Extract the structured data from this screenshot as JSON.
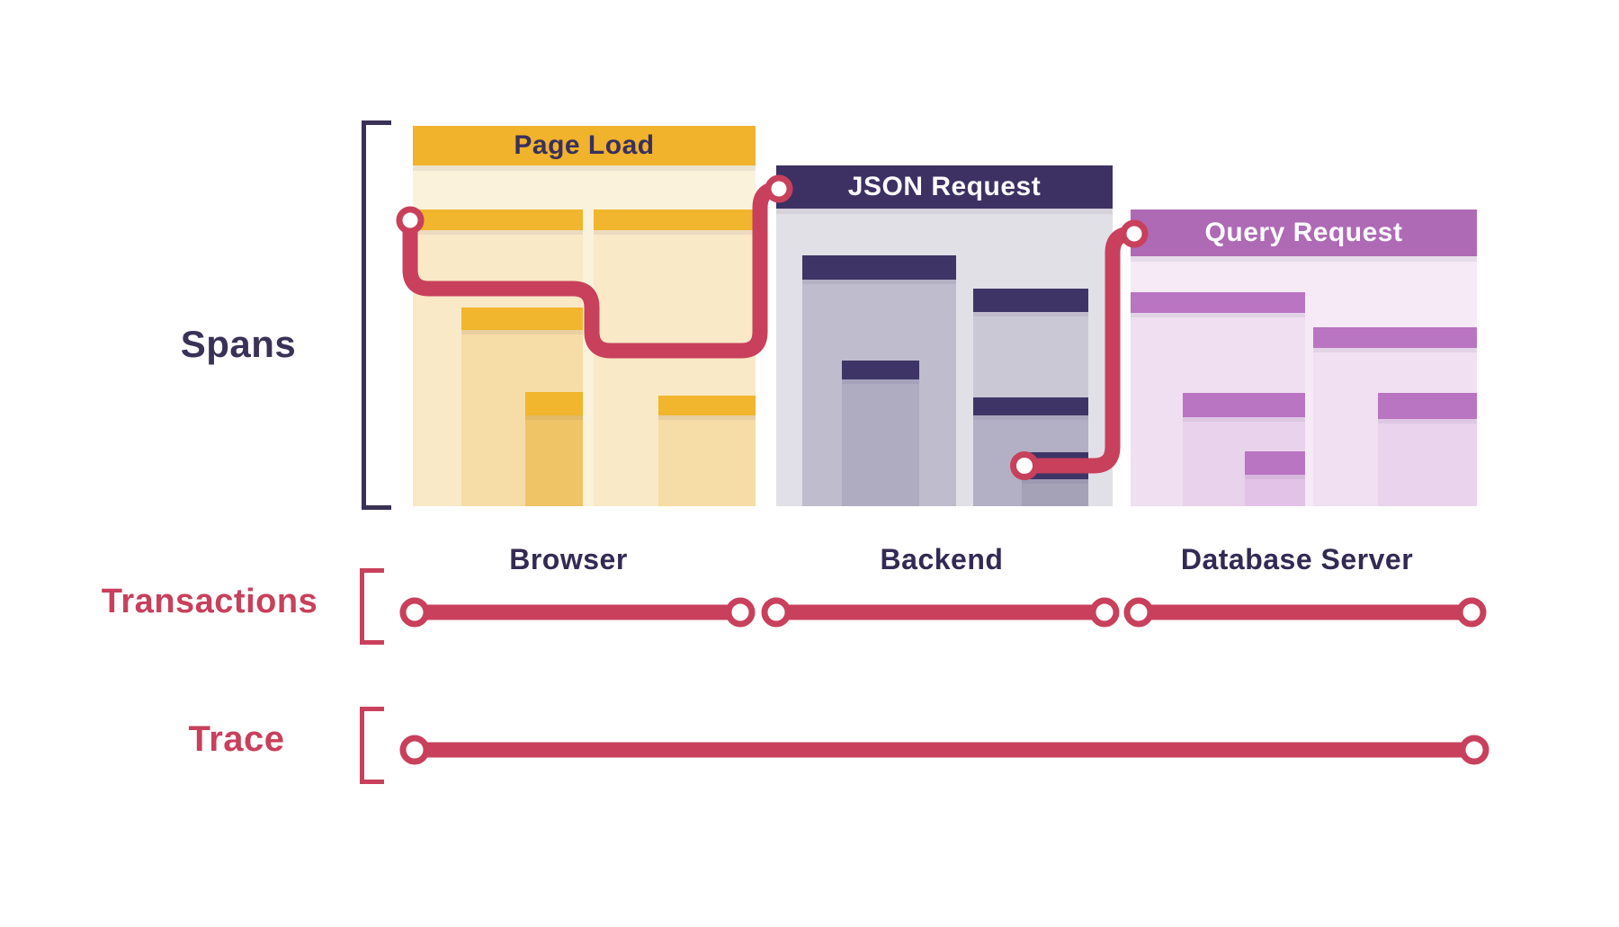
{
  "labels": {
    "spans": "Spans",
    "transactions": "Transactions",
    "trace": "Trace"
  },
  "panels": [
    {
      "title": "Page Load",
      "caption": "Browser",
      "theme": "yellow"
    },
    {
      "title": "JSON Request",
      "caption": "Backend",
      "theme": "navy"
    },
    {
      "title": "Query Request",
      "caption": "Database Server",
      "theme": "purple"
    }
  ],
  "colors": {
    "trace_red": "#C8405C",
    "spans_navy": "#3A3157",
    "caption_navy": "#332A54",
    "page_load_header": "#F0B32B",
    "json_request_header": "#3D3163",
    "query_request_header": "#AE6AB5"
  }
}
